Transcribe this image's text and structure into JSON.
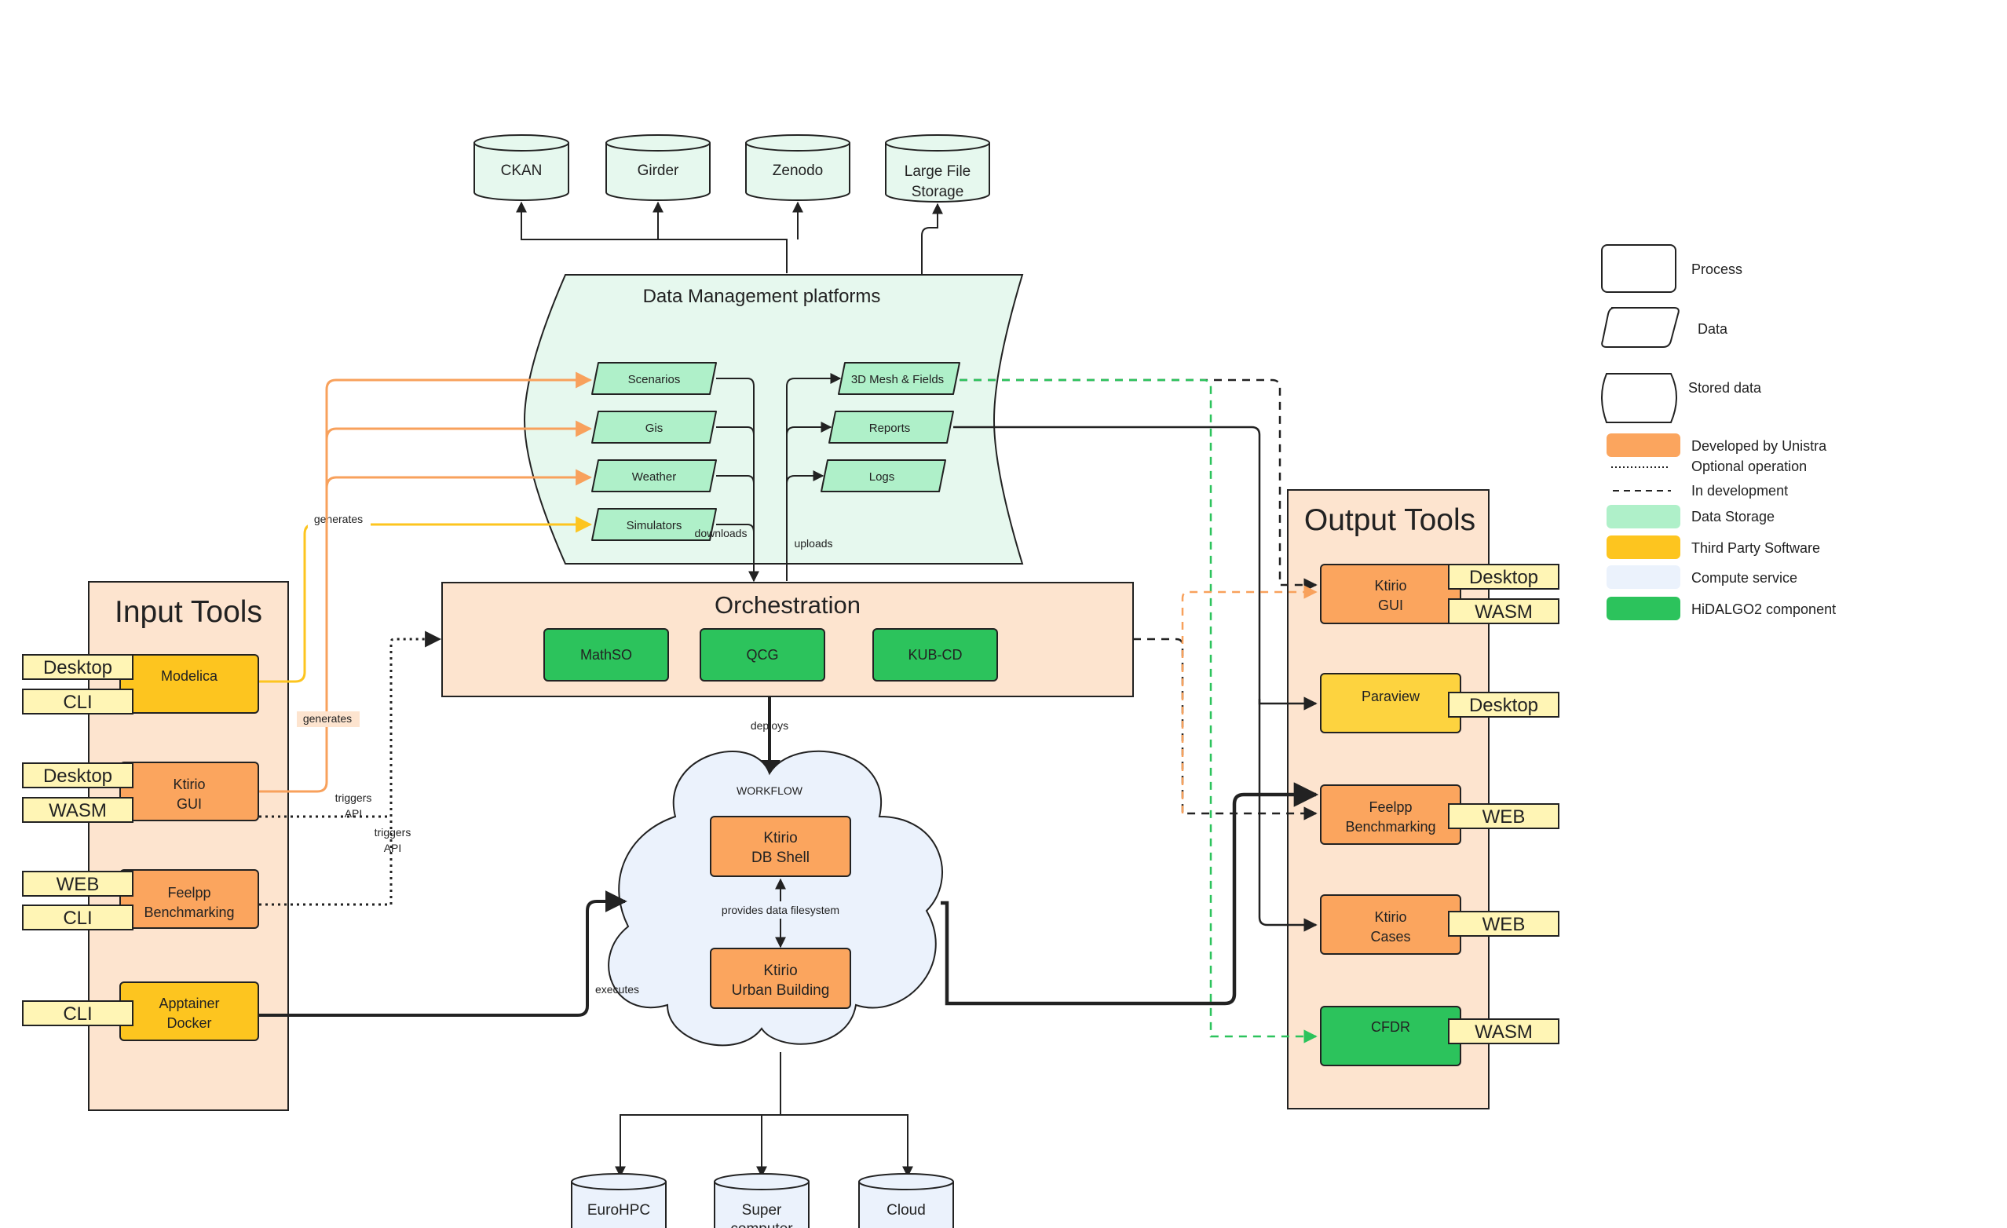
{
  "storage_top": {
    "ckan": "CKAN",
    "girder": "Girder",
    "zenodo": "Zenodo",
    "lfs_line1": "Large File",
    "lfs_line2": "Storage"
  },
  "dmp": {
    "title": "Data Management platforms",
    "scenarios": "Scenarios",
    "gis": "Gis",
    "weather": "Weather",
    "simulators": "Simulators",
    "mesh": "3D Mesh & Fields",
    "reports": "Reports",
    "logs": "Logs",
    "downloads": "downloads",
    "uploads": "uploads"
  },
  "orchestration": {
    "title": "Orchestration",
    "mathso": "MathSO",
    "qcg": "QCG",
    "kubcd": "KUB-CD",
    "deploys": "deploys"
  },
  "workflow": {
    "title": "WORKFLOW",
    "dbshell_line1": "Ktirio",
    "dbshell_line2": "DB Shell",
    "provides": "provides data filesystem",
    "urban_line1": "Ktirio",
    "urban_line2": "Urban Building",
    "executes": "executes"
  },
  "compute": {
    "eurohpc": "EuroHPC",
    "super_line1": "Super",
    "super_line2": "computer",
    "cloud": "Cloud"
  },
  "input_tools": {
    "title": "Input Tools",
    "modelica": "Modelica",
    "ktirio_gui_line1": "Ktirio",
    "ktirio_gui_line2": "GUI",
    "feelpp_line1": "Feelpp",
    "feelpp_line2": "Benchmarking",
    "apptainer_line1": "Apptainer",
    "apptainer_line2": "Docker",
    "tag_desktop_1": "Desktop",
    "tag_cli_1": "CLI",
    "tag_desktop_2": "Desktop",
    "tag_wasm_2": "WASM",
    "tag_web_3": "WEB",
    "tag_cli_3": "CLI",
    "tag_cli_4": "CLI",
    "generates_1": "generates",
    "generates_2": "generates",
    "triggers_1_line1": "triggers",
    "triggers_1_line2": "API",
    "triggers_2_line1": "triggers",
    "triggers_2_line2": "API"
  },
  "output_tools": {
    "title": "Output Tools",
    "ktirio_gui_line1": "Ktirio",
    "ktirio_gui_line2": "GUI",
    "paraview": "Paraview",
    "feelpp_line1": "Feelpp",
    "feelpp_line2": "Benchmarking",
    "cases_line1": "Ktirio",
    "cases_line2": "Cases",
    "cfdr": "CFDR",
    "tag_desktop_1": "Desktop",
    "tag_wasm_1": "WASM",
    "tag_desktop_2": "Desktop",
    "tag_web_3": "WEB",
    "tag_web_4": "WEB",
    "tag_wasm_5": "WASM"
  },
  "legend": {
    "process": "Process",
    "data": "Data",
    "stored": "Stored data",
    "unistra": "Developed by Unistra",
    "optional": "Optional operation",
    "in_dev": "In development",
    "data_storage": "Data Storage",
    "third_party": "Third Party Software",
    "compute_service": "Compute service",
    "hidalgo": "HiDALGO2 component"
  },
  "colors": {
    "unistra_orange": "#fba55e",
    "third_party_yellow": "#fdc51f",
    "data_storage_green": "#aff0c9",
    "compute_blue": "#ebf2fc",
    "hidalgo_green": "#2cc35c",
    "panel_peach": "#fde4cf",
    "tag_yellow": "#fff5b5",
    "dmp_bg": "#e6f8ee"
  }
}
